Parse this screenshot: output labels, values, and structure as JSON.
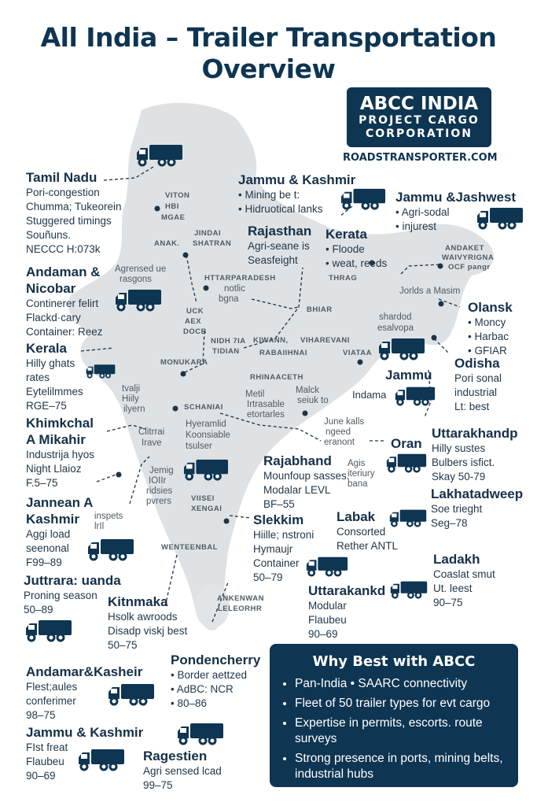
{
  "header": {
    "title": "All India – Trailer Transportation Overview"
  },
  "brand": {
    "line1": "ABCC INDIA",
    "line2": "PROJECT CARGO",
    "line3": "CORPORATION",
    "website": "ROADSTRANSPORTER.COM"
  },
  "colors": {
    "navy": "#0e3552",
    "map": "#dfe2e4",
    "text": "#163049"
  },
  "callouts": [
    {
      "title": "Tamil Nadu",
      "lines": [
        "Pori-congestion",
        "Chumma; Tukeorein",
        "Stuggered timings",
        "Souñuns.",
        "NECCC H:073k"
      ]
    },
    {
      "title": "Andaman &",
      "title2": "Nicobar",
      "lines": [
        "Continerer felirt",
        "Flackd·cary",
        "Container: Reez"
      ]
    },
    {
      "title": "Kerala",
      "lines": [
        "Hilly ghats",
        "rates",
        "Eytelilmmes",
        "RGE–75"
      ]
    },
    {
      "title": "Khimkchal",
      "title2": "A Mikahir",
      "lines": [
        "Industrija hyos",
        "Night Llaioz",
        "F.5–75"
      ]
    },
    {
      "title": "Jannean A",
      "title2": "Kashmir",
      "lines": [
        "Aggi load",
        "seenonal",
        "F99–89"
      ]
    },
    {
      "title": "Juttrara: uanda",
      "lines": [
        "Proning season",
        "50–89"
      ]
    },
    {
      "title": "Kitnmaka",
      "lines": [
        "Hsolk awroods",
        "Disadp viskj best",
        "50–75"
      ]
    },
    {
      "title": "Andamar&Kasheir",
      "lines": [
        "Flest;aules",
        "conferimer",
        "98–75"
      ]
    },
    {
      "title": "Jammu & Kashmir",
      "lines": [
        "FIst freat",
        "Flaubeu",
        "90–69"
      ]
    },
    {
      "title": "Ragestien",
      "lines": [
        "Agri sensed lcad",
        "99–75"
      ]
    },
    {
      "title": "Pondencherry",
      "bullet": true,
      "lines": [
        "Border aettzed",
        "AdBC: NCR",
        "80–86"
      ]
    },
    {
      "title": "Jammu & Kashmir",
      "bullet": true,
      "lines": [
        "Mining be t:",
        "Hidruotical lanks"
      ]
    },
    {
      "title": "Rajasthan",
      "lines": [
        "Agri-seane is",
        "Seasfeight"
      ]
    },
    {
      "title": "Kerata",
      "bullet": true,
      "lines": [
        "Floode",
        "weat, reeds"
      ]
    },
    {
      "title": "Jammu &Jashwest",
      "bullet": true,
      "lines": [
        "Agri-sodal",
        "injurest"
      ]
    },
    {
      "title": "Olansk",
      "bullet": true,
      "lines": [
        "Moncy",
        "Harbac",
        "GFIAR"
      ]
    },
    {
      "title": "Odisha",
      "lines": [
        "Pori sonal",
        "industrial",
        "Lt: best"
      ]
    },
    {
      "title": "Jammu",
      "lines": []
    },
    {
      "title": "Uttarakhandp",
      "lines": [
        "Hilly sustes",
        "Bulbers isfict.",
        "Skay 50-79"
      ]
    },
    {
      "title": "Oran",
      "lines": []
    },
    {
      "title": "Rajabhand",
      "lines": [
        "Mounfoup sasses.",
        "Modalar LEVL",
        "BF–55"
      ]
    },
    {
      "title": "Lakhatadweep",
      "lines": [
        "Soe trieght",
        "Seg–78"
      ]
    },
    {
      "title": "Slekkim",
      "lines": [
        "Hiille; nstroni",
        "Hymaujr",
        "Container",
        "50–79"
      ]
    },
    {
      "title": "Labak",
      "lines": [
        "Consorted",
        "Rether ANTL"
      ]
    },
    {
      "title": "Ladakh",
      "lines": [
        "Coaslat smut",
        "Ut. leest",
        "90–75"
      ]
    },
    {
      "title": "Uttarakankd",
      "lines": [
        "Modular",
        "Flaubeu",
        "90–69"
      ]
    }
  ],
  "map_labels": [
    "VITON",
    "HBI",
    "MGAE",
    "ANAK.",
    "JINDAI",
    "SHATRAN",
    "Agrensed ue",
    "rasgons",
    "HTTARPARADESH",
    "notlic",
    "bgna",
    "UCK",
    "AEX",
    "DOCB",
    "NIDH 7IA",
    "TIDIAN",
    "MONUKARA",
    "BHIAR",
    "KIWANN,",
    "VIHAREVANI",
    "RABAIIHNAI",
    "VIATAA",
    "THRAG",
    "ANDAKET",
    "WAIVYRIGNA",
    "OCF pangr",
    "Jorlds a Masim",
    "shardod",
    "esalvopa",
    "RHINAACETH",
    "Malck",
    "seiuk to",
    "Metil",
    "Irtrasable",
    "etortarles",
    "June kalls",
    "ngeed",
    "eranont",
    "tvalji",
    "Hiily",
    "ilyern",
    "SCHANIAI",
    "Hyeramlid",
    "Koonsiable",
    "tsulser",
    "Clitrrai",
    "Irave",
    "Jemig",
    "IOIIr",
    "ridsies",
    "pvrers",
    "inspets",
    "lrIl",
    "VIISEI",
    "XENGAI",
    "WENTEENBAL",
    "ANKENWAN",
    "LELEORHR",
    "Indama",
    "Agis",
    "iteriury",
    "bana"
  ],
  "why": {
    "title": "Why Best with ABCC",
    "items": [
      "Pan-India • SAARC connectivity",
      "Fleet of 50 trailer types for evt cargo",
      "Expertise in permits, escorts. route surveys",
      "Strong presence in ports, mining belts, industrial hubs"
    ]
  }
}
